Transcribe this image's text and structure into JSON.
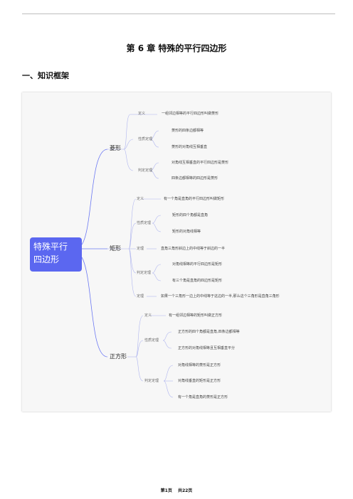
{
  "page": {
    "title": "第 6 章  特殊的平行四边形",
    "section": "一、知识框架"
  },
  "mindmap": {
    "root": {
      "line1": "特殊平行",
      "line2": "四边形"
    },
    "rhombus": {
      "label": "菱形",
      "definition": {
        "label": "定义",
        "text": "一组邻边相等的平行四边形叫做菱形"
      },
      "property": {
        "label": "性质定理",
        "items": [
          "菱形的四条边都相等",
          "菱形的对角线互相垂直"
        ]
      },
      "criteria": {
        "label": "判定定理",
        "items": [
          "对角线互相垂直的平行四边形是菱形",
          "四条边都相等的四边形是菱形"
        ]
      }
    },
    "rectangle": {
      "label": "矩形",
      "definition": {
        "label": "定义",
        "text": "有一个角是直角的平行四边形叫做矩形"
      },
      "property": {
        "label": "性质定理",
        "items": [
          "矩形的四个角都是直角",
          "矩形的对角线相等"
        ]
      },
      "theorem1": {
        "label": "定理",
        "text": "直角三角形斜边上的中线等于斜边的一半"
      },
      "criteria": {
        "label": "判定定理",
        "items": [
          "对角线相等的平行四边形是矩形",
          "有三个角是直角的四边形是矩形"
        ]
      },
      "theorem2": {
        "label": "定理",
        "text": "如果一个三角形一边上的中线等于这边的一半,那么这个三角形是直角三角形"
      }
    },
    "square": {
      "label": "正方形",
      "definition": {
        "label": "定义",
        "text": "有一组邻边相等的矩形叫做正方形"
      },
      "property": {
        "label": "性质定理",
        "items": [
          "正方形的四个角都是直角,四条边都相等",
          "正方形的对角线相等且互相垂直平分"
        ]
      },
      "criteria": {
        "label": "判定定理",
        "items": [
          "对角线相等的菱形是正方形",
          "对角线垂直的矩形是正方形",
          "有一个角是直角的菱形是正方形"
        ]
      }
    }
  },
  "footer": {
    "page": "第1页",
    "total": "共22页"
  }
}
